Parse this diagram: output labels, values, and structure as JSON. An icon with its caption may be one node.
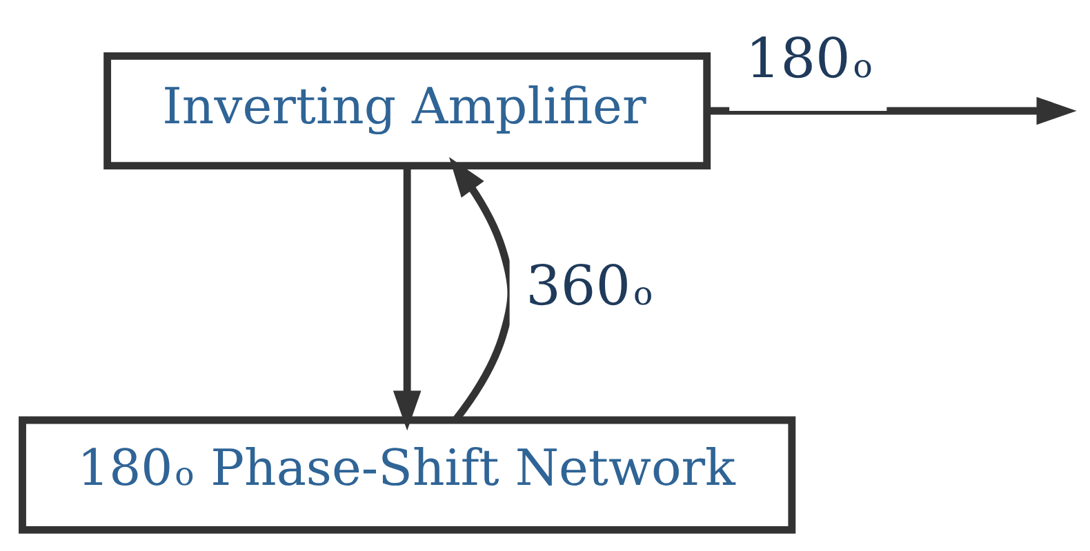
{
  "diagram": {
    "nodes": [
      {
        "text": [
          "Inverting Amplifier"
        ]
      },
      {
        "text": [
          "180$^{o}$ Phase-Shift Network"
        ]
      }
    ],
    "edges": [
      {
        "from": 0,
        "to": null,
        "arrow": "to",
        "label": "180$^{o}$"
      },
      {
        "from": 0,
        "to": 1,
        "arrow": "to"
      },
      {
        "from": 1,
        "to": 0,
        "arrow": "to",
        "label": "360$^{o}$"
      }
    ]
  }
}
